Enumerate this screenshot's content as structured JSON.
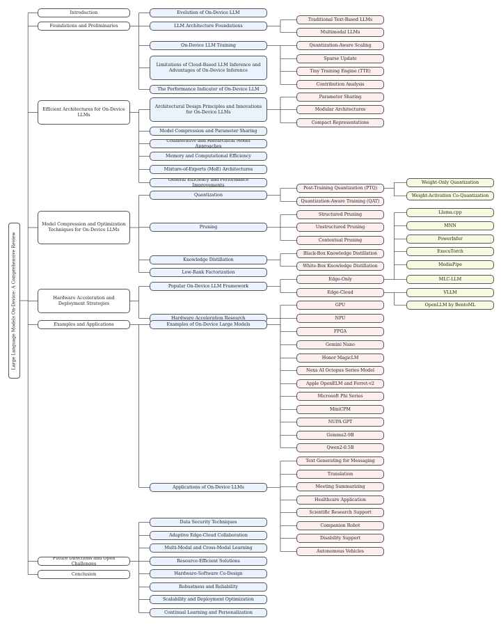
{
  "root": "Large Language Models On-Device: A Comprehensive Review",
  "sections": [
    {
      "label": "Introduction"
    },
    {
      "label": "Foundations and Preliminaries",
      "children": [
        {
          "label": "Evolution of On-Device LLM"
        },
        {
          "label": "LLM Architecture Foundations",
          "children": [
            {
              "label": "Traditional Text-Based LLMs"
            },
            {
              "label": "Multimodal LLMs"
            }
          ]
        },
        {
          "label": "On-Device LLM Training",
          "children": [
            {
              "label": "Quantization-Aware Scaling"
            },
            {
              "label": "Sparse Update"
            },
            {
              "label": "Tiny Training Engine (TTE)"
            },
            {
              "label": "Contribution Analysis"
            }
          ]
        },
        {
          "label": "Limitations of Cloud-Based LLM Inference and Advantages of On-Device Inference"
        },
        {
          "label": "The Performance Indicator of On-Device LLM"
        }
      ]
    },
    {
      "label": "Efficient Architectures for On-Device LLMs",
      "children": [
        {
          "label": "Architectural Design Principles and Innovations for On-Device LLMs",
          "children": [
            {
              "label": "Parameter Sharing"
            },
            {
              "label": "Modular Architectures"
            },
            {
              "label": "Compact Representations"
            }
          ]
        },
        {
          "label": "Model Compression and Parameter Sharing"
        },
        {
          "label": "Collaborative and Hierarchical Model Approaches"
        },
        {
          "label": "Memory and Computational Efficiency"
        },
        {
          "label": "Mixture-of-Experts (MoE) Architectures"
        },
        {
          "label": "General Efficiency and Performance Improvements"
        }
      ]
    },
    {
      "label": "Model Compression and Optimization Techniques for On-Device LLMs",
      "children": [
        {
          "label": "Quantization",
          "children": [
            {
              "label": "Post-Training Quantization (PTQ)",
              "children": [
                {
                  "label": "Weight-Only Quantization"
                },
                {
                  "label": "Weight-Activation Co-Quantization"
                }
              ]
            },
            {
              "label": "Quantization-Aware Training (QAT)"
            }
          ]
        },
        {
          "label": "Pruning",
          "children": [
            {
              "label": "Structured Pruning"
            },
            {
              "label": "Unstructured Pruning"
            },
            {
              "label": "Contextual Pruning"
            }
          ]
        },
        {
          "label": "Knowledge Distillation",
          "children": [
            {
              "label": "Black-Box Knowledge Distillation"
            },
            {
              "label": "White-Box Knowledge Distillation"
            }
          ]
        },
        {
          "label": "Low-Rank Factorization"
        }
      ]
    },
    {
      "label": "Hardware Acceleration and Deployment Strategies",
      "children": [
        {
          "label": "Popular On-Device LLM Framework",
          "children": [
            {
              "label": "Edge-Only",
              "children": [
                {
                  "label": "Llama.cpp"
                },
                {
                  "label": "MNN"
                },
                {
                  "label": "PowerInfer"
                },
                {
                  "label": "ExecuTorch"
                },
                {
                  "label": "MediaPipe"
                },
                {
                  "label": "MLC-LLM"
                }
              ]
            },
            {
              "label": "Edge-Cloud",
              "children": [
                {
                  "label": "VLLM"
                },
                {
                  "label": "OpenLLM by BentoML"
                }
              ]
            }
          ]
        },
        {
          "label": "Hardware Acceleration Research",
          "children": [
            {
              "label": "GPU"
            },
            {
              "label": "NPU"
            },
            {
              "label": "FPGA"
            }
          ]
        }
      ]
    },
    {
      "label": "Examples and Applications",
      "children": [
        {
          "label": "Examples of On-Device Large Models",
          "children": [
            {
              "label": "Gemini Nano"
            },
            {
              "label": "Honor MagicLM"
            },
            {
              "label": "Nexa AI Octopus Series Model"
            },
            {
              "label": "Apple OpenELM and Ferret-v2"
            },
            {
              "label": "Microsoft Phi Series"
            },
            {
              "label": "MiniCPM"
            },
            {
              "label": "NUPA GPT"
            },
            {
              "label": "Gemma2-9B"
            },
            {
              "label": "Qwen2-0.5B"
            }
          ]
        },
        {
          "label": "Applications of On-Device LLMs",
          "children": [
            {
              "label": "Text Generating for Messaging"
            },
            {
              "label": "Translation"
            },
            {
              "label": "Meeting Summarizing"
            },
            {
              "label": "Healthcare Application"
            },
            {
              "label": "Scientific Research Support"
            },
            {
              "label": "Companion Robot"
            },
            {
              "label": "Disability Support"
            },
            {
              "label": "Autonomous Vehicles"
            }
          ]
        }
      ]
    },
    {
      "label": "Future Directions and Open Challenges",
      "children": [
        {
          "label": "Data Security Techniques"
        },
        {
          "label": "Adaptive Edge-Cloud Collaboration"
        },
        {
          "label": "Multi-Modal and Cross-Modal Learning"
        },
        {
          "label": "Resource-Efficient Solutions"
        },
        {
          "label": "Hardware-Software Co-Design"
        },
        {
          "label": "Robustness and Reliability"
        },
        {
          "label": "Scalability and Deployment Optimization"
        },
        {
          "label": "Continual Learning and Personalization"
        }
      ]
    },
    {
      "label": "Conclusion"
    }
  ],
  "colors": {
    "level1": "#ffffff",
    "level2": "#eaf3fd",
    "level3": "#fdeeee",
    "level4": "#f6fadf",
    "line": "#555555"
  }
}
